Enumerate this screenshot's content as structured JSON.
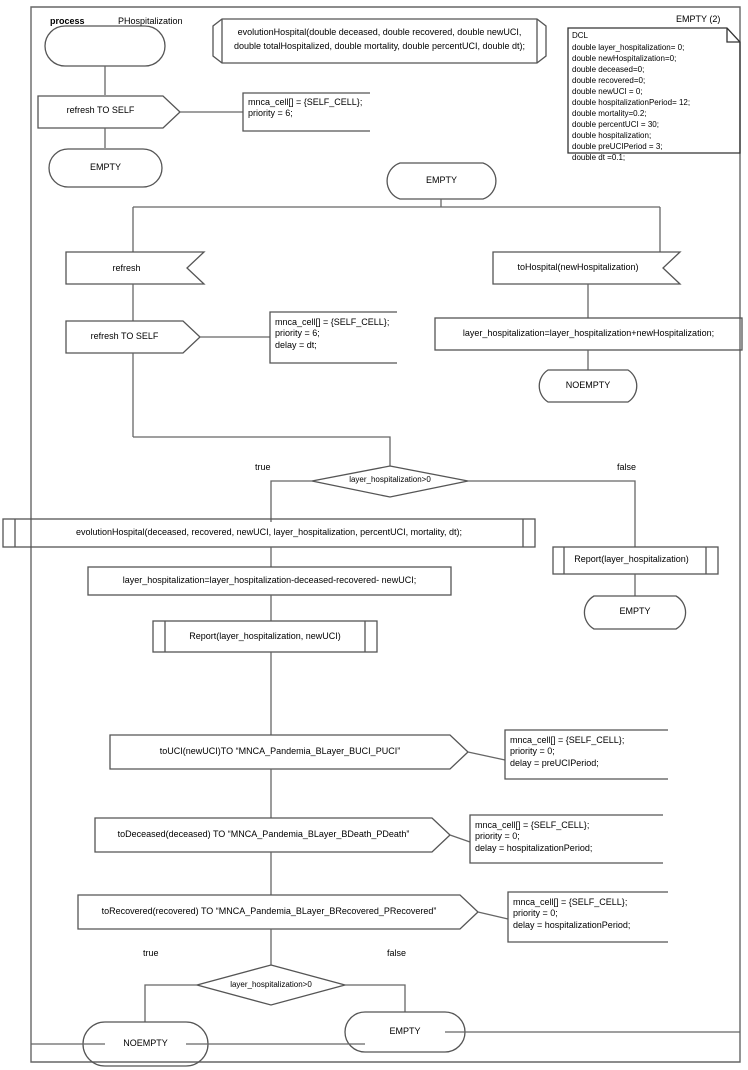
{
  "diagram": {
    "kind": "SDL process flowchart",
    "header": {
      "keyword": "process",
      "process_name": "PHospitalization"
    },
    "start_state": {
      "label": ""
    },
    "top_input": {
      "label": "refresh TO SELF"
    },
    "top_input_comment": {
      "lines": "mnca_cell[] = {SELF_CELL};\npriority = 6;"
    },
    "top_end_state": {
      "label": "EMPTY"
    },
    "procedure_signature": {
      "lines": "evolutionHospital(double deceased, double recovered, double newUCI,\ndouble totalHospitalized, double mortality, double percentUCI, double dt);"
    },
    "declaration": {
      "title": "DCL",
      "lines": "double layer_hospitalization= 0;\ndouble newHospitalization=0;\ndouble deceased=0;\ndouble recovered=0;\ndouble newUCI = 0;\ndouble hospitalizationPeriod= 12;\ndouble mortality=0.2;\ndouble percentUCI = 30;\ndouble hospitalization;\ndouble preUCIPeriod = 3;\ndouble dt =0.1;"
    },
    "empty_2_label": "EMPTY (2)",
    "state_empty_main": {
      "label": "EMPTY"
    },
    "branch_left": {
      "input_refresh": {
        "label": "refresh"
      },
      "input_refresh_self": {
        "label": "refresh TO SELF"
      },
      "input_refresh_self_comment": {
        "lines": "mnca_cell[] = {SELF_CELL};\npriority = 6;\ndelay = dt;"
      }
    },
    "branch_right": {
      "input_tohospital": {
        "label": "toHospital(newHospitalization)"
      },
      "task_add": {
        "label": "layer_hospitalization=layer_hospitalization+newHospitalization;"
      },
      "state_noempty": {
        "label": "NOEMPTY"
      }
    },
    "decision_1": {
      "condition": "layer_hospitalization>0",
      "true_label": "true",
      "false_label": "false"
    },
    "true_path": {
      "call_evolution": {
        "label": "evolutionHospital(deceased, recovered, newUCI, layer_hospitalization, percentUCI, mortality, dt);"
      },
      "task_subtract": {
        "label": "layer_hospitalization=layer_hospitalization-deceased-recovered- newUCI;"
      },
      "call_report": {
        "label": "Report(layer_hospitalization, newUCI)"
      },
      "output_uci": {
        "label": "toUCI(newUCI)TO “MNCA_Pandemia_BLayer_BUCI_PUCI”"
      },
      "output_uci_comment": {
        "lines": "mnca_cell[] = {SELF_CELL};\npriority = 0;\ndelay = preUCIPeriod;"
      },
      "output_deceased": {
        "label": "toDeceased(deceased) TO “MNCA_Pandemia_BLayer_BDeath_PDeath”"
      },
      "output_deceased_comment": {
        "lines": "mnca_cell[] = {SELF_CELL};\npriority = 0;\ndelay = hospitalizationPeriod;"
      },
      "output_recovered": {
        "label": "toRecovered(recovered) TO “MNCA_Pandemia_BLayer_BRecovered_PRecovered”"
      },
      "output_recovered_comment": {
        "lines": "mnca_cell[] = {SELF_CELL};\npriority = 0;\ndelay = hospitalizationPeriod;"
      }
    },
    "false_path": {
      "call_report_false": {
        "label": "Report(layer_hospitalization)"
      },
      "state_empty_false": {
        "label": "EMPTY"
      }
    },
    "decision_2": {
      "condition": "layer_hospitalization>0",
      "true_label": "true",
      "false_label": "false"
    },
    "bottom_states": {
      "noempty": {
        "label": "NOEMPTY"
      },
      "empty": {
        "label": "EMPTY"
      }
    },
    "colors": {
      "line": "#666666",
      "line_dark": "#000000",
      "text": "#000000",
      "background": "#ffffff"
    }
  }
}
